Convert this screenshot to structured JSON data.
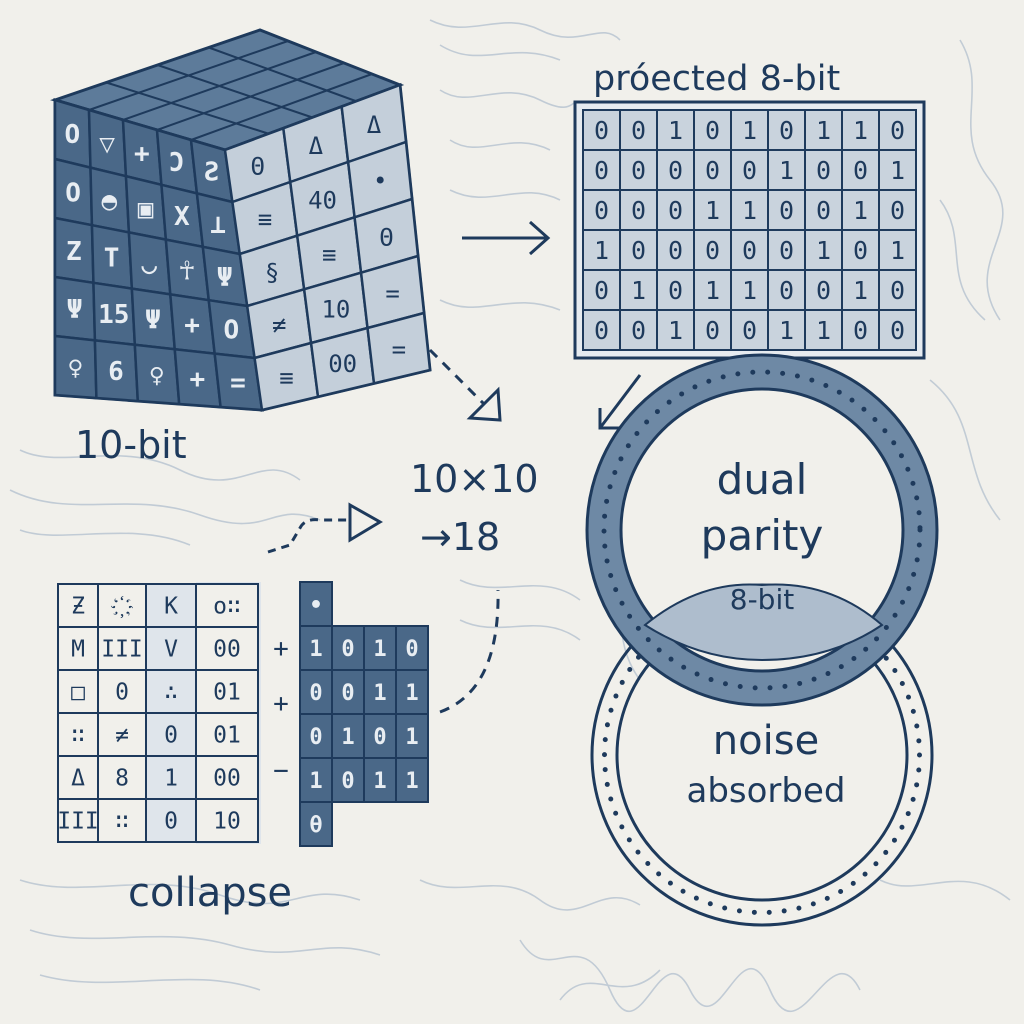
{
  "labels": {
    "cube": "10-bit",
    "projected": "próected 8-bit",
    "transform_line1": "10×10",
    "transform_line2": "→18",
    "collapse": "collapse",
    "ring_top_line1": "dual",
    "ring_top_line2": "parity",
    "overlap": "8-bit",
    "ring_bottom_line1": "noise",
    "ring_bottom_line2": "absorbed"
  },
  "cube": {
    "front_rows": [
      [
        "O",
        "▽",
        "+",
        "Ɔ",
        "Ƨ"
      ],
      [
        "O",
        "◓",
        "▣",
        "X",
        "⊥"
      ],
      [
        "Z",
        "T",
        "◡",
        "☥",
        "Ψ"
      ],
      [
        "Ψ",
        "15",
        "Ψ",
        "+",
        "O"
      ],
      [
        "♀",
        "6",
        "♀",
        "+",
        "="
      ]
    ],
    "side_rows": [
      [
        "Θ",
        "Δ",
        "Δ"
      ],
      [
        "≡",
        "40",
        "•"
      ],
      [
        "§",
        "≡",
        "Θ"
      ],
      [
        "≠",
        "10",
        "="
      ],
      [
        "≡",
        "00",
        "="
      ]
    ]
  },
  "projected_grid": [
    [
      "0",
      "0",
      "1",
      "0",
      "1",
      "0",
      "1",
      "1",
      "0"
    ],
    [
      "0",
      "0",
      "0",
      "0",
      "0",
      "1",
      "0",
      "0",
      "1"
    ],
    [
      "0",
      "0",
      "0",
      "1",
      "1",
      "0",
      "0",
      "1",
      "0"
    ],
    [
      "1",
      "0",
      "0",
      "0",
      "0",
      "0",
      "1",
      "0",
      "1"
    ],
    [
      "0",
      "1",
      "0",
      "1",
      "1",
      "0",
      "0",
      "1",
      "0"
    ],
    [
      "0",
      "0",
      "1",
      "0",
      "0",
      "1",
      "1",
      "0",
      "0"
    ]
  ],
  "collapse_table": [
    [
      "Ƶ",
      "҉",
      "K",
      "o∷"
    ],
    [
      "M",
      "III",
      "V",
      "00"
    ],
    [
      "□",
      "0",
      "∴",
      "01"
    ],
    [
      "∷",
      "≠",
      "0",
      "01"
    ],
    [
      "Δ",
      "8",
      "1",
      "00"
    ],
    [
      "III",
      "∷",
      "0",
      "10"
    ]
  ],
  "collapse_ops": [
    "+",
    "+",
    "−"
  ],
  "collapse_bits": [
    [
      "•",
      "",
      "",
      ""
    ],
    [
      "1",
      "0",
      "1",
      "0"
    ],
    [
      "0",
      "0",
      "1",
      "1"
    ],
    [
      "0",
      "1",
      "0",
      "1"
    ],
    [
      "1",
      "0",
      "1",
      "1"
    ],
    [
      "θ",
      "",
      "",
      ""
    ]
  ],
  "colors": {
    "ink": "#1e3a5c",
    "cube_front": "#4a6888",
    "cube_top": "#5d7b9a",
    "cube_side": "#c4cfda",
    "grid_fill": "#c9d3dd",
    "ring": "#6e89a5",
    "overlap": "#aebdcd",
    "background": "#f1f0eb"
  }
}
